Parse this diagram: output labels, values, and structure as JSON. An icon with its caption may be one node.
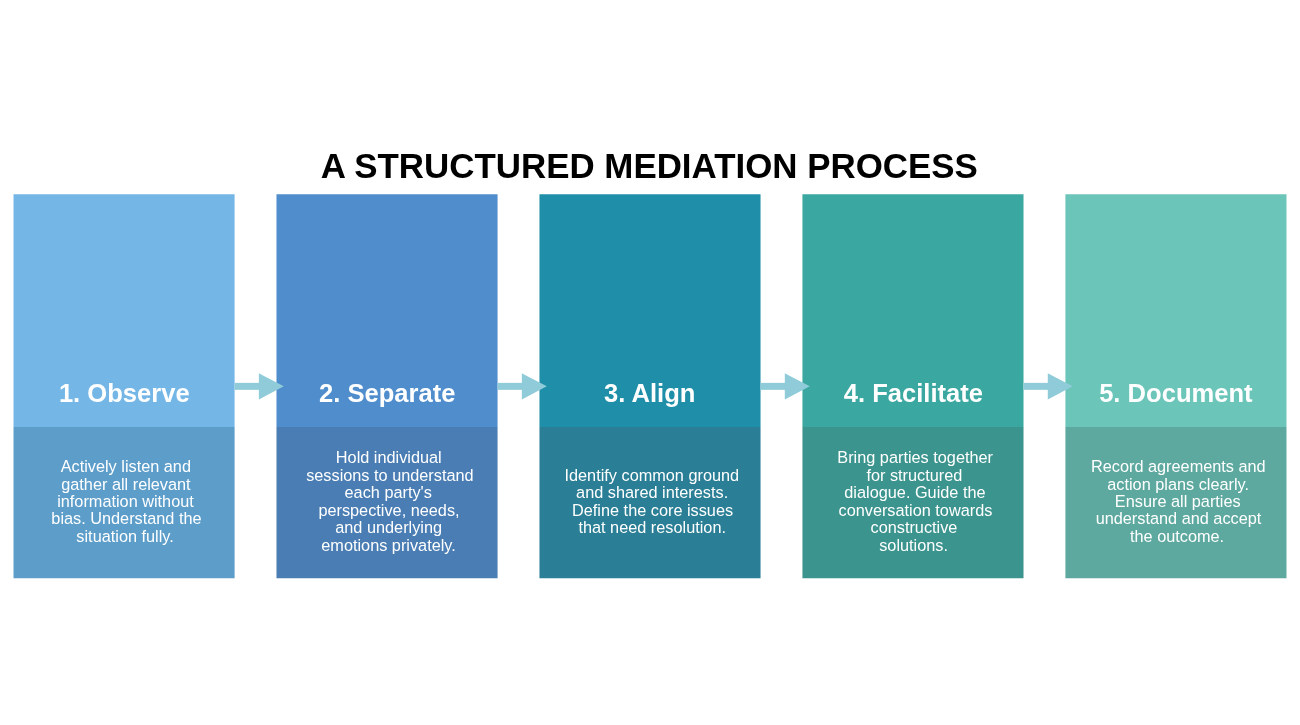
{
  "diagram": {
    "title": "A STRUCTURED MEDIATION PROCESS",
    "nodes": [
      {
        "text": [
          "1. Observe",
          "Actively listen and gather all relevant information without bias. Understand the situation fully."
        ]
      },
      {
        "text": [
          "2. Separate",
          "Hold individual sessions to understand each party's perspective, needs, and underlying emotions privately."
        ]
      },
      {
        "text": [
          "3. Align",
          "Identify common ground and shared interests. Define the core issues that need resolution."
        ]
      },
      {
        "text": [
          "4. Facilitate",
          "Bring parties together for structured dialogue. Guide the conversation towards constructive solutions."
        ]
      },
      {
        "text": [
          "5. Document",
          "Record agreements and action plans clearly. Ensure all parties understand and accept the outcome."
        ]
      }
    ],
    "edges": [
      {
        "from": 0,
        "to": 1,
        "arrow": "to"
      },
      {
        "from": 1,
        "to": 2,
        "arrow": "to"
      },
      {
        "from": 2,
        "to": 3,
        "arrow": "to"
      },
      {
        "from": 3,
        "to": 4,
        "arrow": "to"
      }
    ]
  }
}
